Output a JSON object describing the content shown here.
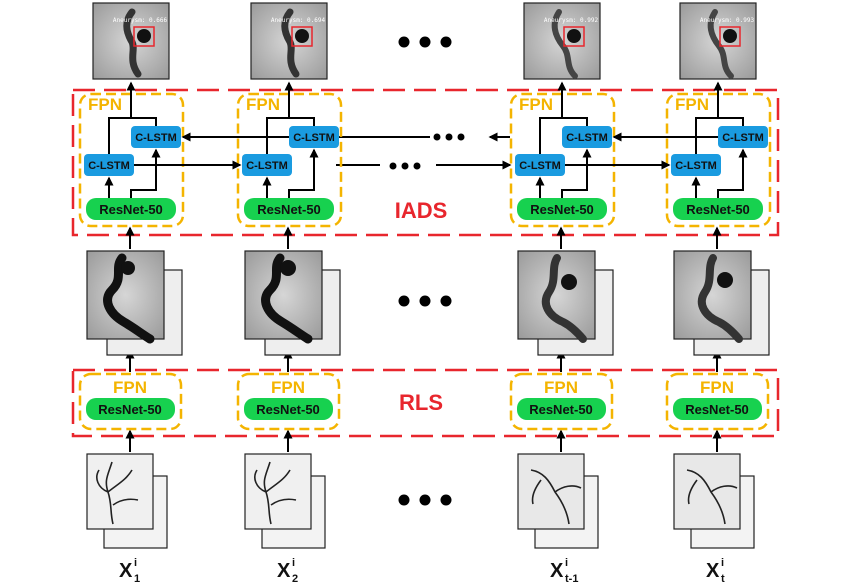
{
  "colors": {
    "section_border": "#e8262d",
    "fpn_border": "#f4b400",
    "resnet_fill": "#17d14f",
    "lstm_fill": "#1a9be0",
    "detection_box": "#e8262d"
  },
  "labels": {
    "fpn": "FPN",
    "resnet": "ResNet-50",
    "clstm": "C-LSTM",
    "iads": "IADS",
    "rls": "RLS"
  },
  "columns": [
    {
      "score_text": "Aneurysm: 0.666",
      "x_main": "X",
      "x_sup": "i",
      "x_sub": "1"
    },
    {
      "score_text": "Aneurysm: 0.694",
      "x_main": "X",
      "x_sup": "i",
      "x_sub": "2"
    },
    {
      "score_text": "Aneurysm: 0.992",
      "x_main": "X",
      "x_sup": "i",
      "x_sub": "t-1"
    },
    {
      "score_text": "Aneurysm: 0.993",
      "x_main": "X",
      "x_sup": "i",
      "x_sub": "t"
    }
  ],
  "ellipsis_icon": "three-dots-icon"
}
